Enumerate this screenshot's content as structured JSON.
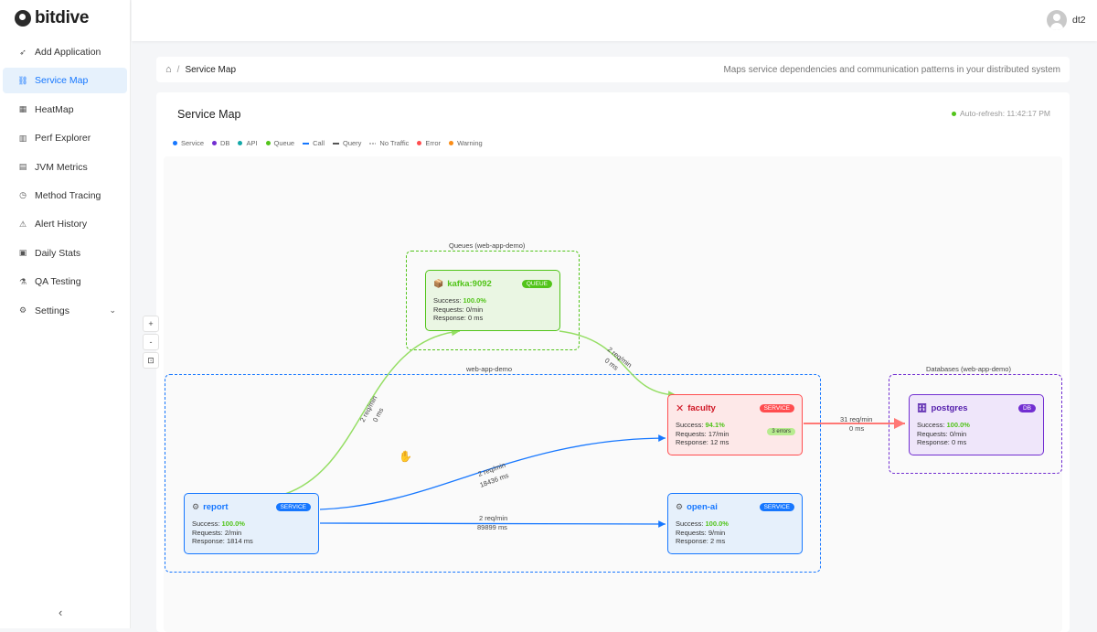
{
  "app": {
    "name": "bitdive"
  },
  "user": {
    "name": "dt2"
  },
  "sidebar": {
    "items": [
      {
        "label": "Add Application",
        "icon": "rocket-icon"
      },
      {
        "label": "Service Map",
        "icon": "map-icon",
        "active": true
      },
      {
        "label": "HeatMap",
        "icon": "heatmap-icon"
      },
      {
        "label": "Perf Explorer",
        "icon": "chart-icon"
      },
      {
        "label": "JVM Metrics",
        "icon": "bar-chart-icon"
      },
      {
        "label": "Method Tracing",
        "icon": "clock-icon"
      },
      {
        "label": "Alert History",
        "icon": "alert-icon"
      },
      {
        "label": "Daily Stats",
        "icon": "calendar-icon"
      },
      {
        "label": "QA Testing",
        "icon": "flask-icon"
      },
      {
        "label": "Settings",
        "icon": "gear-icon",
        "expandable": true
      }
    ],
    "collapse_glyph": "‹"
  },
  "breadcrumb": {
    "page": "Service Map",
    "description": "Maps service dependencies and communication patterns in your distributed system"
  },
  "panel": {
    "title": "Service Map",
    "refresh": "Auto-refresh: 11:42:17 PM"
  },
  "legend": [
    {
      "label": "Service",
      "kind": "dot",
      "color": "#1677ff"
    },
    {
      "label": "DB",
      "kind": "dot",
      "color": "#722ed1"
    },
    {
      "label": "API",
      "kind": "dot",
      "color": "#13a8a8"
    },
    {
      "label": "Queue",
      "kind": "dot",
      "color": "#52c41a"
    },
    {
      "label": "Call",
      "kind": "line",
      "color": "#1677ff"
    },
    {
      "label": "Query",
      "kind": "line",
      "color": "#555555"
    },
    {
      "label": "No Traffic",
      "kind": "line",
      "color": "#bbbbbb"
    },
    {
      "label": "Error",
      "kind": "dot",
      "color": "#ff4d4f"
    },
    {
      "label": "Warning",
      "kind": "dot",
      "color": "#fa8c16"
    }
  ],
  "zoom": {
    "in": "+",
    "out": "-",
    "fit": "⊡"
  },
  "groups": {
    "queues": "Queues (web-app-demo)",
    "app": "web-app-demo",
    "databases": "Databases (web-app-demo)"
  },
  "nodes": {
    "kafka": {
      "name": "kafka:9092",
      "badge": "QUEUE",
      "success_label": "Success: ",
      "success": "100.0%",
      "requests": "Requests: 0/min",
      "response": "Response: 0 ms"
    },
    "faculty": {
      "name": "faculty",
      "badge": "SERVICE",
      "success_label": "Success: ",
      "success": "94.1%",
      "requests": "Requests: 17/min",
      "response": "Response: 12 ms",
      "errors": "3 errors"
    },
    "postgres": {
      "name": "postgres",
      "badge": "DB",
      "success_label": "Success: ",
      "success": "100.0%",
      "requests": "Requests: 0/min",
      "response": "Response: 0 ms"
    },
    "report": {
      "name": "report",
      "badge": "SERVICE",
      "success_label": "Success: ",
      "success": "100.0%",
      "requests": "Requests: 2/min",
      "response": "Response: 1814 ms"
    },
    "openai": {
      "name": "open-ai",
      "badge": "SERVICE",
      "success_label": "Success: ",
      "success": "100.0%",
      "requests": "Requests: 9/min",
      "response": "Response: 2 ms"
    }
  },
  "edges": {
    "report_kafka": {
      "rate": "2 req/min",
      "latency": "0 ms"
    },
    "kafka_faculty": {
      "rate": "2 req/min",
      "latency": "0 ms"
    },
    "report_faculty": {
      "rate": "2 req/min",
      "latency": "18436 ms"
    },
    "report_openai": {
      "rate": "2 req/min",
      "latency": "89899 ms"
    },
    "faculty_postgres": {
      "rate": "31 req/min",
      "latency": "0 ms"
    }
  },
  "colors": {
    "service": "#1677ff",
    "queue": "#52c41a",
    "db": "#722ed1",
    "error": "#ff4d4f"
  }
}
